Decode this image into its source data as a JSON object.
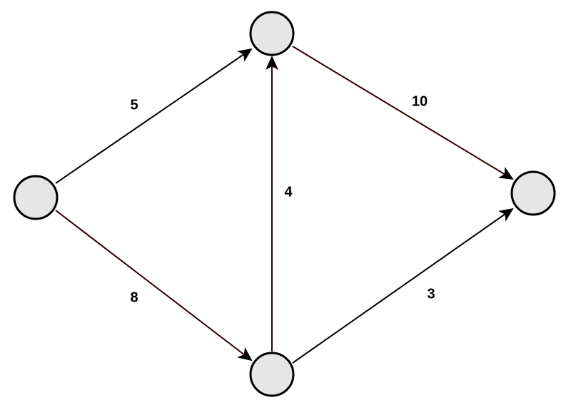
{
  "diagram": {
    "colors": {
      "node_fill": "#e6e6e6",
      "node_stroke": "#000000",
      "edge_dark": "#000000",
      "edge_red": "#300000",
      "label": "#000000"
    },
    "nodes": [
      {
        "id": "left"
      },
      {
        "id": "top"
      },
      {
        "id": "right"
      },
      {
        "id": "bottom"
      }
    ],
    "edges": [
      {
        "id": "left-top",
        "from": "left",
        "to": "top",
        "weight": "5"
      },
      {
        "id": "left-bottom",
        "from": "left",
        "to": "bottom",
        "weight": "8"
      },
      {
        "id": "bottom-top",
        "from": "bottom",
        "to": "top",
        "weight": "4"
      },
      {
        "id": "top-right",
        "from": "top",
        "to": "right",
        "weight": "10"
      },
      {
        "id": "bottom-right",
        "from": "bottom",
        "to": "right",
        "weight": "3"
      }
    ]
  }
}
